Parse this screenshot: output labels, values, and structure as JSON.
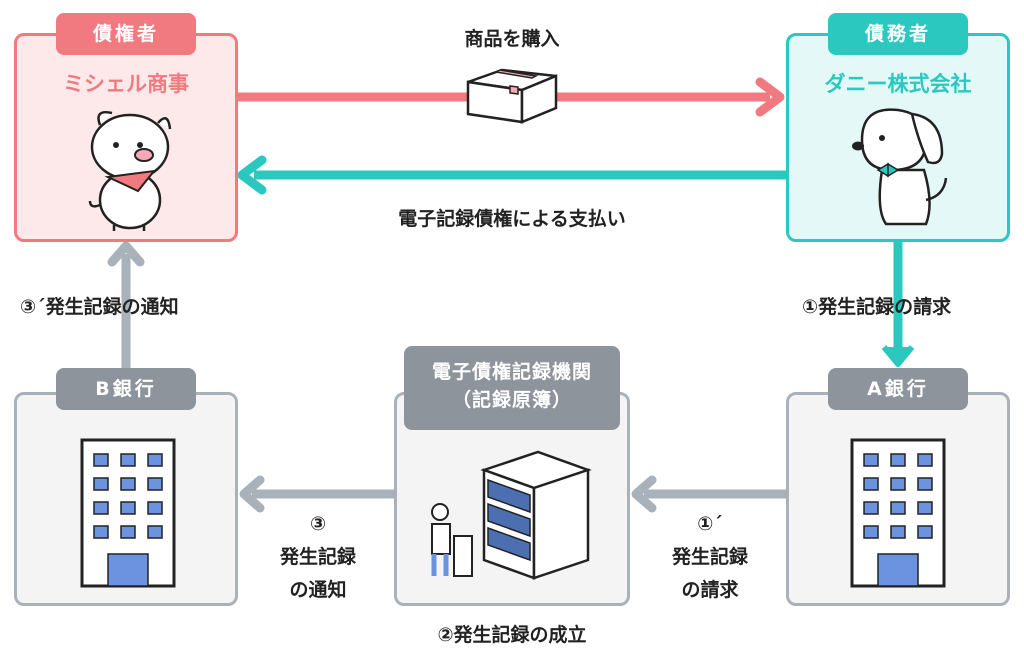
{
  "creditor": {
    "tag": "債権者",
    "name": "ミシェル商事"
  },
  "debtor": {
    "tag": "債務者",
    "name": "ダニー株式会社"
  },
  "purchase_label": "商品を購入",
  "payment_label": "電子記録債権による支払い",
  "request_label": "①発生記録の請求",
  "notify_b_label": "③´発生記録の通知",
  "bank_a": {
    "tag": "A銀行"
  },
  "bank_b": {
    "tag": "B銀行"
  },
  "registry": {
    "tag_line1": "電子債権記録機関",
    "tag_line2": "（記録原簿）"
  },
  "step_1prime": {
    "line1": "①´",
    "line2": "発生記録",
    "line3": "の請求"
  },
  "step_3": {
    "line1": "③",
    "line2": "発生記録",
    "line3": "の通知"
  },
  "establish_label": "②発生記録の成立",
  "colors": {
    "creditor": "#f07a80",
    "debtor": "#2bc8c0",
    "gray": "#a9b1ba",
    "bank_tag": "#8d949b"
  }
}
